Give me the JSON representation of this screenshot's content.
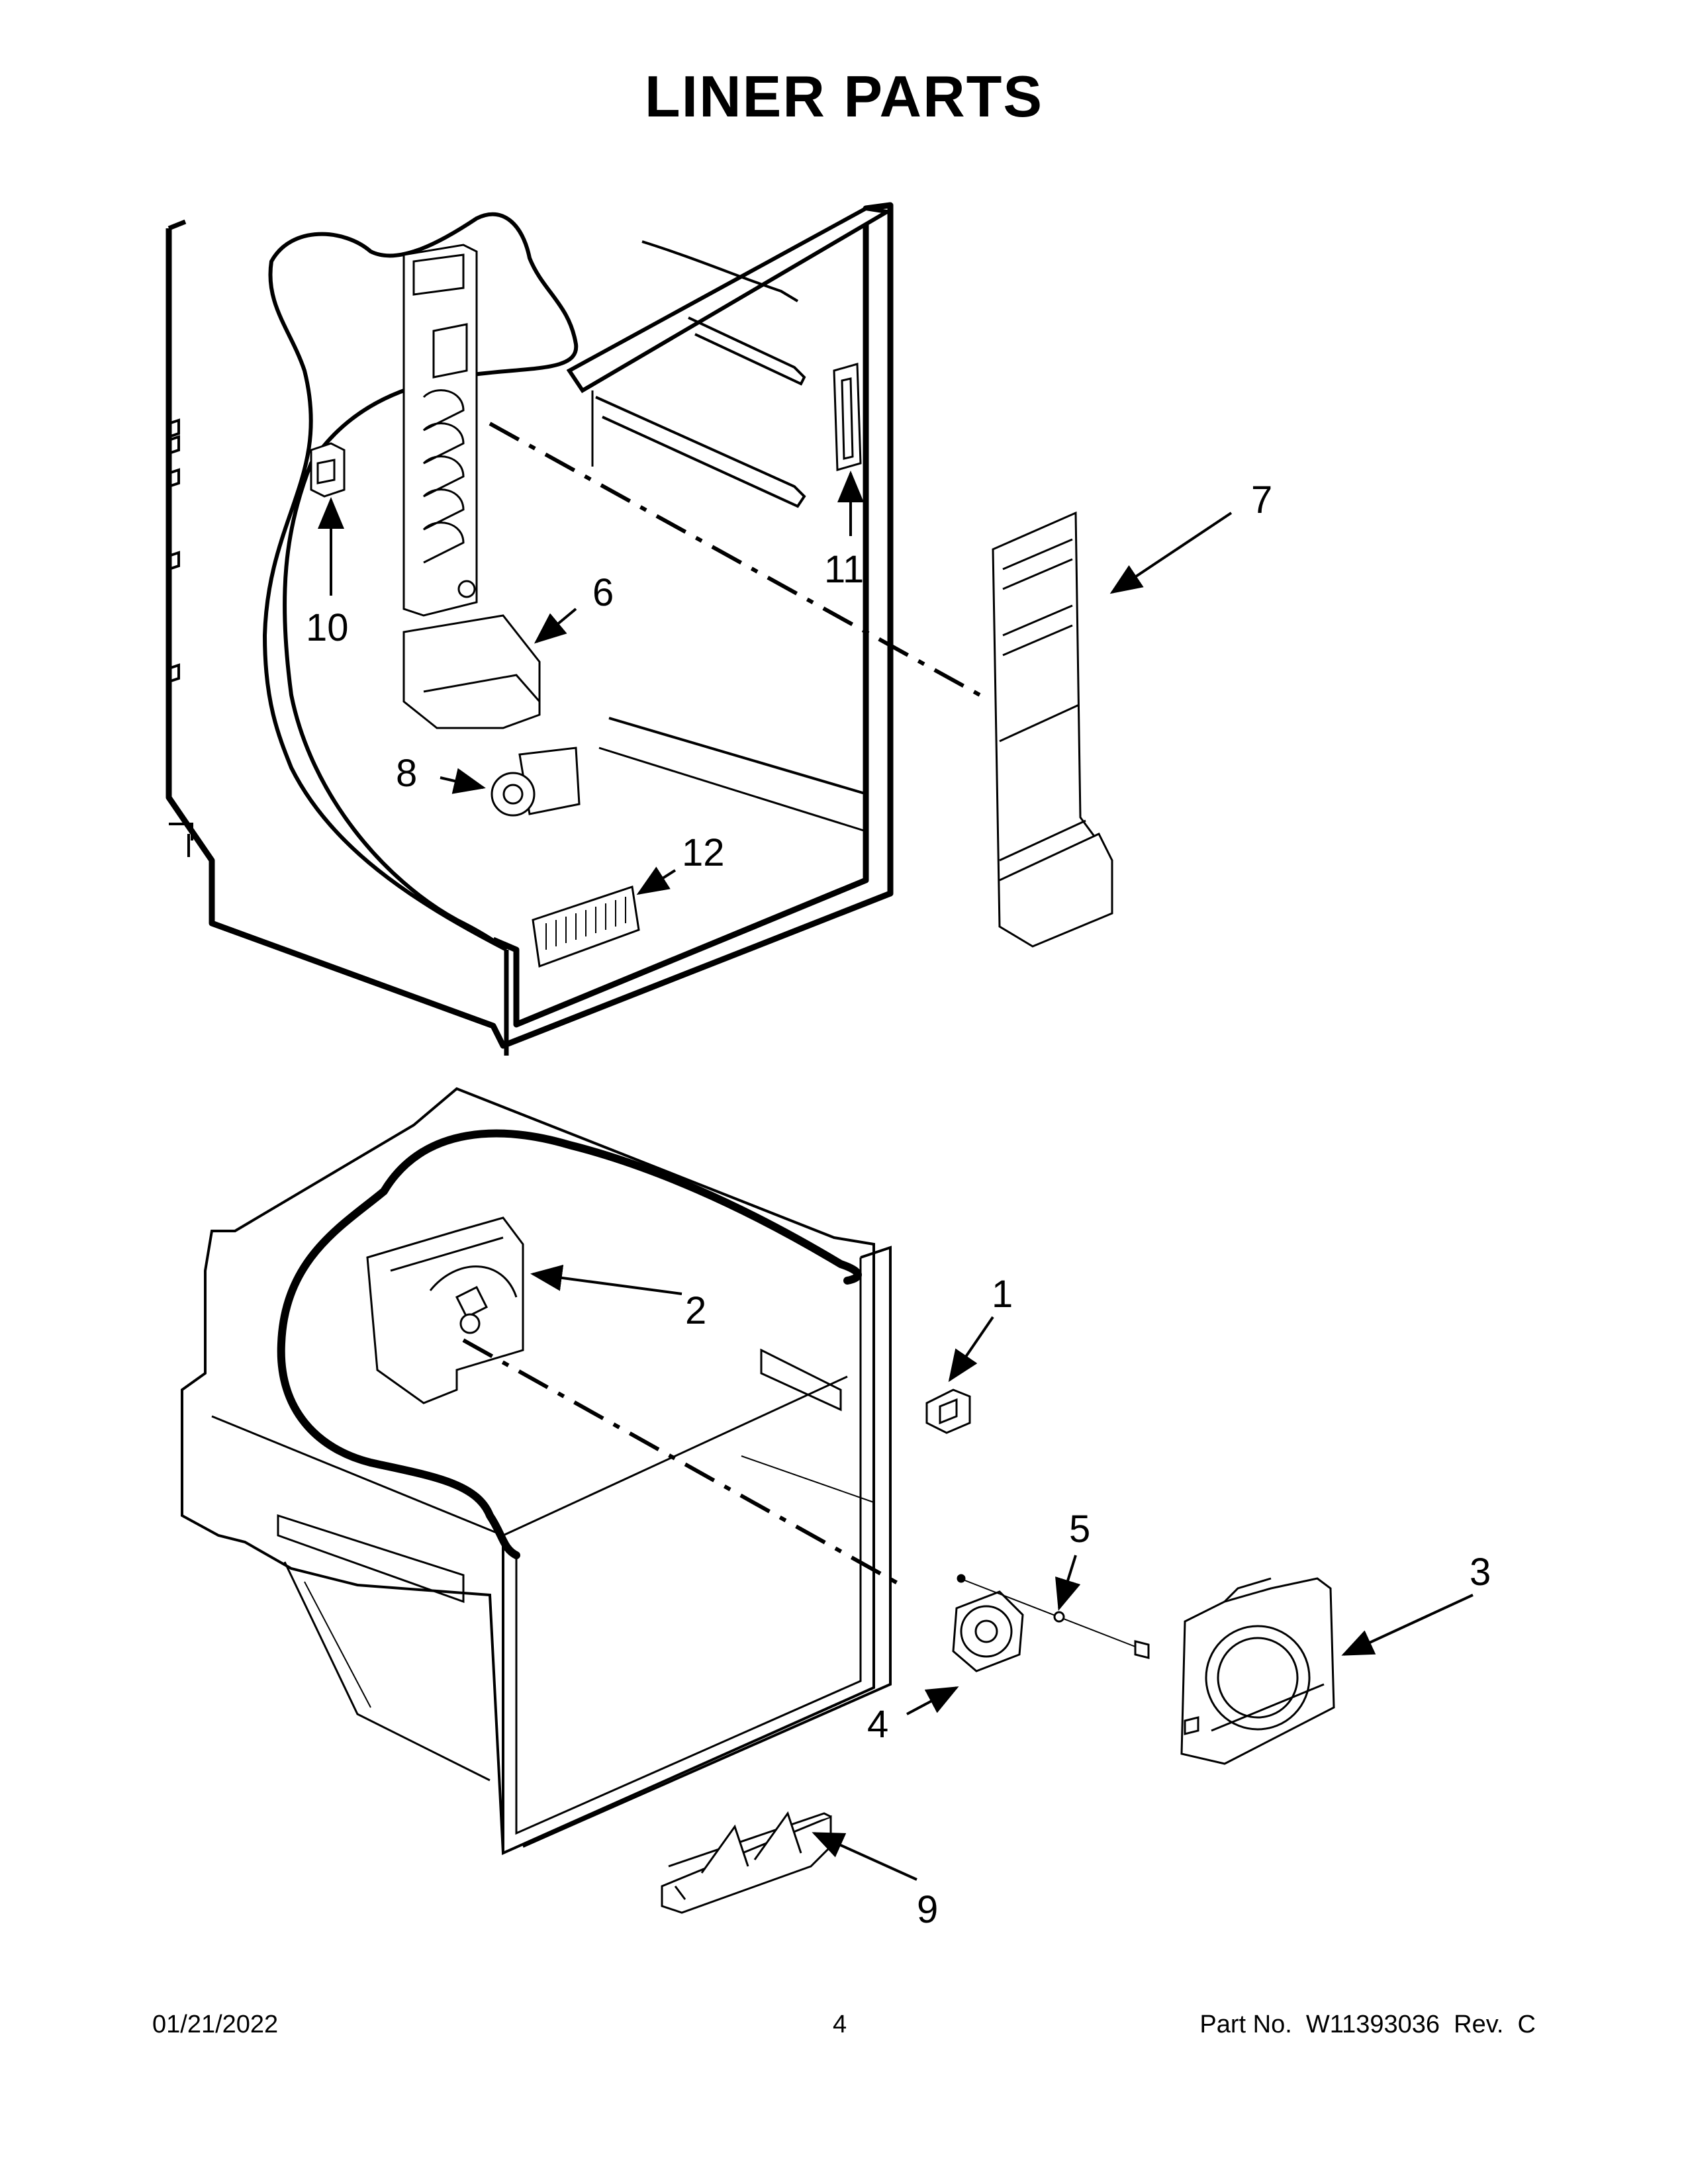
{
  "page": {
    "title": "LINER PARTS"
  },
  "callouts": [
    {
      "id": "1",
      "label": "1"
    },
    {
      "id": "2",
      "label": "2"
    },
    {
      "id": "3",
      "label": "3"
    },
    {
      "id": "4",
      "label": "4"
    },
    {
      "id": "5",
      "label": "5"
    },
    {
      "id": "6",
      "label": "6"
    },
    {
      "id": "7",
      "label": "7"
    },
    {
      "id": "8",
      "label": "8"
    },
    {
      "id": "9",
      "label": "9"
    },
    {
      "id": "10",
      "label": "10"
    },
    {
      "id": "11",
      "label": "11"
    },
    {
      "id": "12",
      "label": "12"
    }
  ],
  "footer": {
    "date": "01/21/2022",
    "page_number": "4",
    "part_number": "Part No.  W11393036  Rev.  C"
  }
}
